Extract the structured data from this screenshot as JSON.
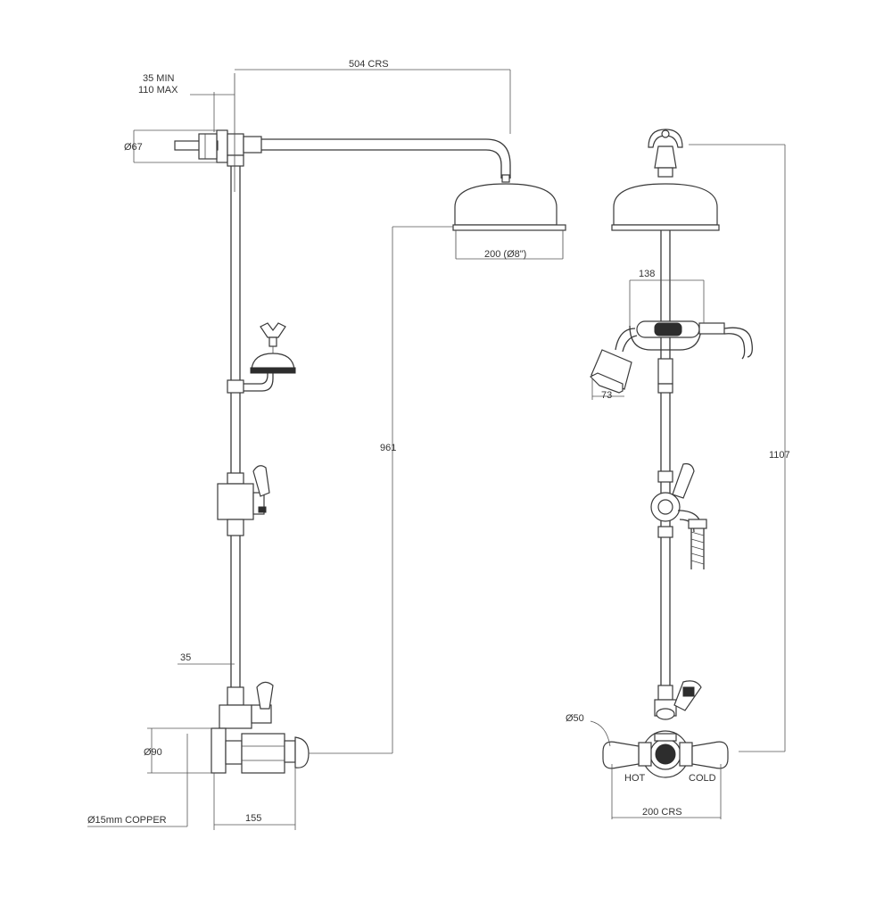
{
  "dimensions": {
    "offset_min": "35 MIN",
    "offset_max": "110 MAX",
    "arm_centres": "504 CRS",
    "wall_plate_diameter": "Ø67",
    "head_diameter": "200 (Ø8\")",
    "rail_height_side": "961",
    "valve_depth": "35",
    "valve_diameter": "Ø90",
    "pipe_spec": "Ø15mm COPPER",
    "projection": "155",
    "handset_width": "138",
    "handset_head": "73",
    "overall_height": "1107",
    "elbow_diameter": "Ø50",
    "inlet_centres": "200 CRS"
  },
  "labels": {
    "hot": "HOT",
    "cold": "COLD"
  },
  "colors": {
    "line": "#3a3a3a",
    "background": "#ffffff"
  }
}
